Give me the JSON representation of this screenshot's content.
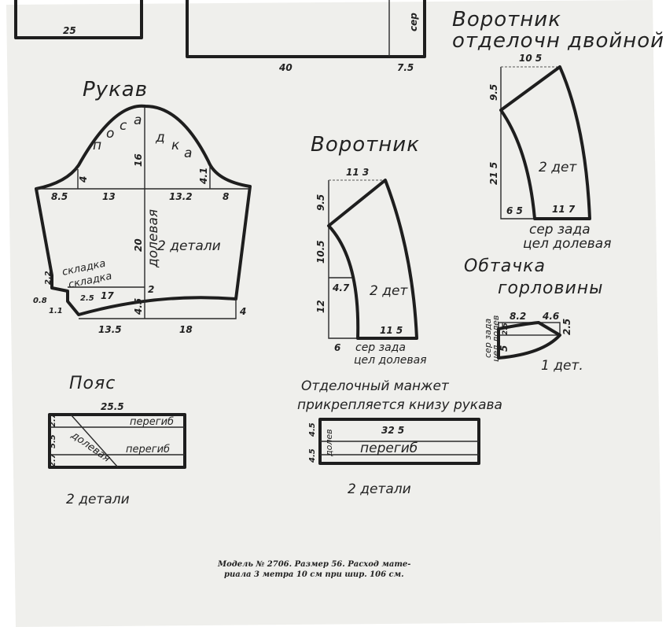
{
  "top_fragment": {
    "left_width": "25",
    "main_width": "40",
    "side_width": "7.5",
    "side_label": "сер"
  },
  "collar_double": {
    "title_line1": "Воротник",
    "title_line2": "отделочн двойной",
    "top": "10 5",
    "left_upper": "9.5",
    "left_lower": "21 5",
    "bottom_left": "6 5",
    "bottom_right": "11 7",
    "count": "2 дет",
    "note_line1": "сер зада",
    "note_line2": "цел долевая"
  },
  "sleeve": {
    "title": "Рукав",
    "cap_text": [
      "п",
      "о",
      "с",
      "а",
      "д",
      "к",
      "а"
    ],
    "cap_height": "16",
    "left_mark": "4",
    "right_mark": "4.1",
    "w1": "8.5",
    "w2": "13",
    "w3": "13.2",
    "w4": "8",
    "length": "20",
    "grain": "долевая",
    "count": "2 детали",
    "pleat1": "складка",
    "pleat2": "складка",
    "m22": "2.2",
    "m08": "0.8",
    "m11": "1.1",
    "m25": "2.5",
    "m17": "17",
    "m2": "2",
    "m45": "4.5",
    "m4": "4",
    "bottom_left": "13.5",
    "bottom_right": "18"
  },
  "collar": {
    "title": "Воротник",
    "top": "11 3",
    "left1": "9.5",
    "left2": "10.5",
    "inner": "4.7",
    "left3": "12",
    "count": "2 дет",
    "bottom": "11 5",
    "bottom_left": "6",
    "note_line1": "сер зада",
    "note_line2": "цел долевая"
  },
  "facing": {
    "title_line1": "Обтачка",
    "title_line2": "горловины",
    "top_left": "8.2",
    "top_right": "4.6",
    "right": "2.5",
    "inner": "2.5",
    "left": "5",
    "side_note1": "сер зада",
    "side_note2": "цел долев",
    "count": "1 дет."
  },
  "belt": {
    "title": "Пояс",
    "width": "25.5",
    "h1": "2.7",
    "h2": "5.5",
    "h3": "2.7",
    "fold1": "перегиб",
    "fold2": "перегиб",
    "grain": "долевая",
    "count": "2 детали"
  },
  "cuff": {
    "title_line1": "Отделочный манжет",
    "title_line2": "прикрепляется книзу рукава",
    "width": "32 5",
    "h1": "4.5",
    "h2": "4.5",
    "grain": "долев",
    "fold": "перегиб",
    "count": "2 детали"
  },
  "footer": {
    "line1": "Модель № 2706. Размер 56. Расход мате-",
    "line2": "риала 3 метра 10 см при шир. 106 см."
  }
}
